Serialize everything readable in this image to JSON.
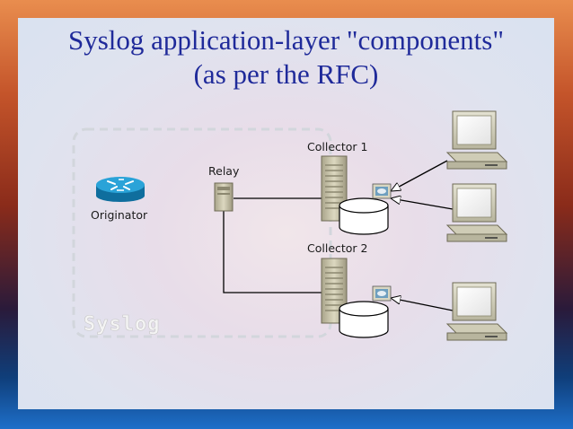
{
  "title_line1": "Syslog application-layer \"components\"",
  "title_line2": "(as per the RFC)",
  "diagram": {
    "originator_label": "Originator",
    "relay_label": "Relay",
    "collector1_label": "Collector 1",
    "collector2_label": "Collector 2",
    "syslog_watermark": "Syslog"
  },
  "colors": {
    "title": "#1f2a9a",
    "router": "#1a8fc4",
    "server": "#c9c4a8",
    "link": "#000000"
  },
  "icons": [
    "router-icon",
    "server-icon",
    "disk-icon",
    "monitor-icon",
    "computer-icon"
  ]
}
